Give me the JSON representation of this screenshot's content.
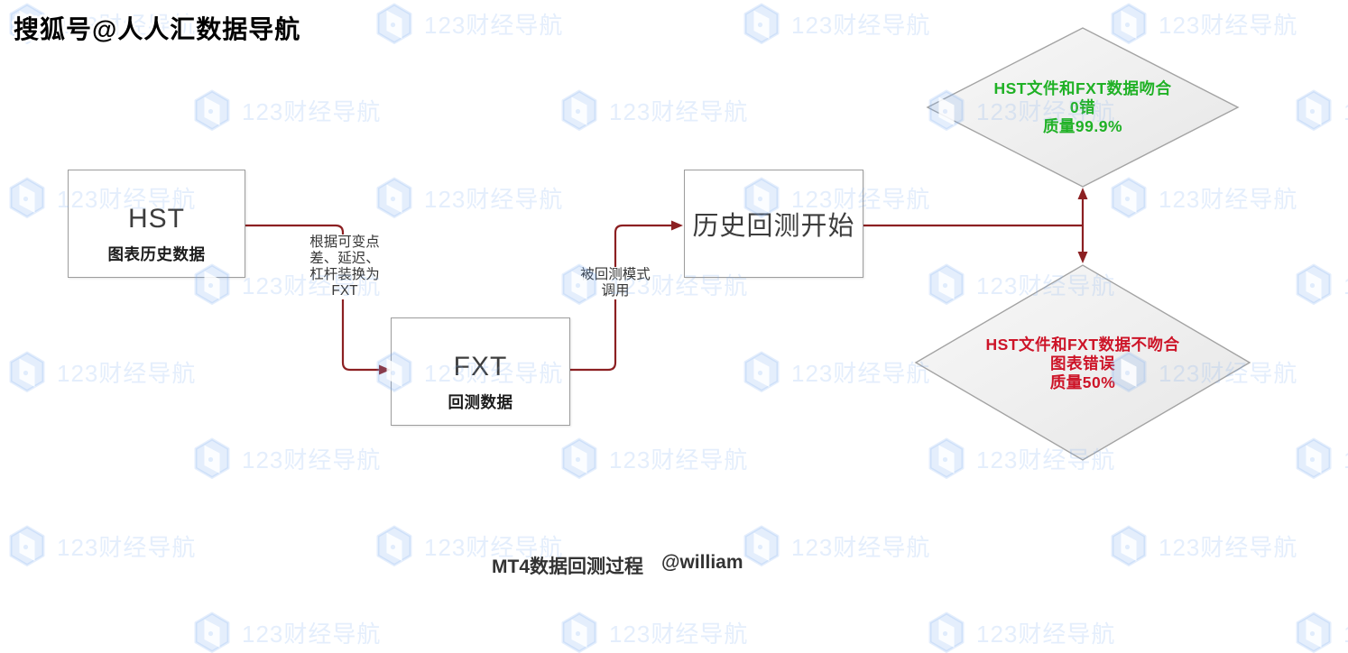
{
  "overlay": {
    "sohu_watermark": "搜狐号@人人汇数据导航"
  },
  "watermark": {
    "text": "123财经导航",
    "tint": "rgba(120,170,240,0.20)"
  },
  "flowchart": {
    "arrow_color": "#8c2022",
    "nodes": {
      "hst": {
        "title": "HST",
        "subtitle": "图表历史数据"
      },
      "fxt": {
        "title": "FXT",
        "subtitle": "回测数据"
      },
      "start": {
        "title": "历史回测开始"
      },
      "match": {
        "text": "HST文件和FXT数据吻合\n0错\n质量99.9%",
        "color": "#1fb125"
      },
      "mismatch": {
        "text": "HST文件和FXT数据不吻合\n图表错误\n质量50%",
        "color": "#cd1428"
      }
    },
    "edge_labels": {
      "hst_to_fxt": "根据可变点\n差、延迟、\n杠杆装换为\nFXT",
      "fxt_to_start": "被回测模式\n调用"
    }
  },
  "caption": {
    "title": "MT4数据回测过程",
    "author": "@william"
  }
}
